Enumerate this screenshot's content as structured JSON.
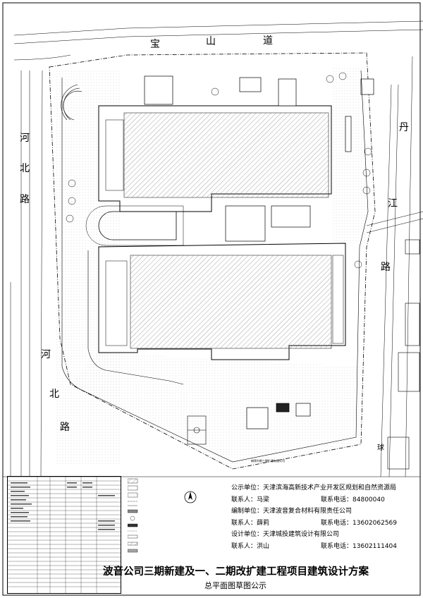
{
  "roads": {
    "baoshan": [
      "宝",
      "山",
      "道"
    ],
    "danjiang": [
      "丹",
      "江",
      "路"
    ],
    "hebei_upper": [
      "河",
      "北",
      "路"
    ],
    "hebei_lower": [
      "河",
      "北",
      "路"
    ],
    "qiu": "球"
  },
  "plan_label": "梅拜尔斯三期扩建有限公司",
  "info": {
    "public_unit_label": "公示单位：",
    "public_unit": "天津滨海高新技术产业开发区规划和自然资源局",
    "contact1_label": "联系人：",
    "contact1": "马梁",
    "phone1_label": "联系电话：",
    "phone1": "84800040",
    "prep_unit_label": "编制单位：",
    "prep_unit": "天津波音复合材料有限责任公司",
    "contact2_label": "联系人：",
    "contact2": "薛莉",
    "phone2_label": "联系电话：",
    "phone2": "13602062569",
    "design_unit_label": "设计单位：",
    "design_unit": "天津城投建筑设计有限公司",
    "contact3_label": "联系人：",
    "contact3": "洪山",
    "phone3_label": "联系电话：",
    "phone3": "13602111404"
  },
  "title": "波音公司三期新建及一、二期改扩建工程项目建筑设计方案",
  "subtitle": "总平面图草图公示",
  "colors": {
    "line": "#000000",
    "paper": "#ffffff",
    "hatch": "#555555",
    "grey": "#888888"
  }
}
